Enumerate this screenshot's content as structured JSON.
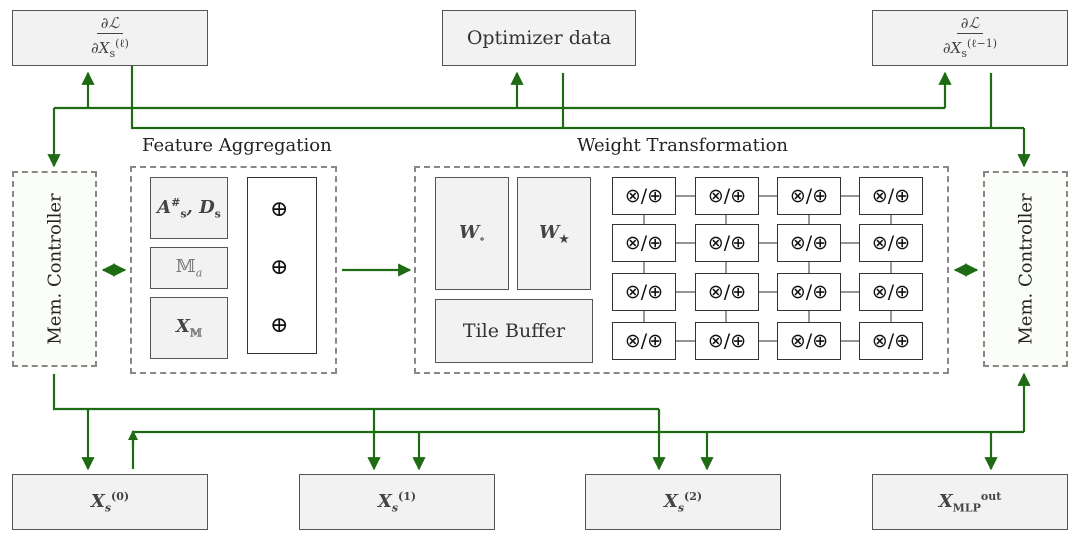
{
  "top": {
    "grad_left": {
      "num": "∂ℒ",
      "den_base": "∂X",
      "den_sub": "s",
      "den_sup": "(ℓ)"
    },
    "optimizer": "Optimizer data",
    "grad_right": {
      "num": "∂ℒ",
      "den_base": "∂X",
      "den_sub": "s",
      "den_sup": "(ℓ−1)"
    }
  },
  "mem_controller": {
    "left": "Mem. Controller",
    "right": "Mem. Controller"
  },
  "feature_aggregation": {
    "title": "Feature Aggregation",
    "a_block": {
      "a": "A",
      "a_sup": "#",
      "a_sub": "s",
      "sep": ", ",
      "d": "D",
      "d_sub": "s"
    },
    "m_block": {
      "m": "𝕄",
      "sub": "a"
    },
    "x_block": {
      "x": "X",
      "sub": "𝕄"
    },
    "accumulator_symbol": "⊕"
  },
  "weight_transformation": {
    "title": "Weight Transformation",
    "w1": {
      "w": "W",
      "sub": "∘"
    },
    "w2": {
      "w": "W",
      "sub": "★"
    },
    "tile_buffer": "Tile Buffer",
    "pe_label": "⊗/⊕"
  },
  "bottom": {
    "x0": {
      "x": "X",
      "sub": "s",
      "sup": "(0)"
    },
    "x1": {
      "x": "X",
      "sub": "s",
      "sup": "(1)"
    },
    "x2": {
      "x": "X",
      "sub": "s",
      "sup": "(2)"
    },
    "xout": {
      "x": "X",
      "sub": "MLP",
      "sup": "out"
    }
  },
  "colors": {
    "arrow": "#1e6b14",
    "box_fill": "#f2f2f2",
    "dash": "#888888"
  }
}
